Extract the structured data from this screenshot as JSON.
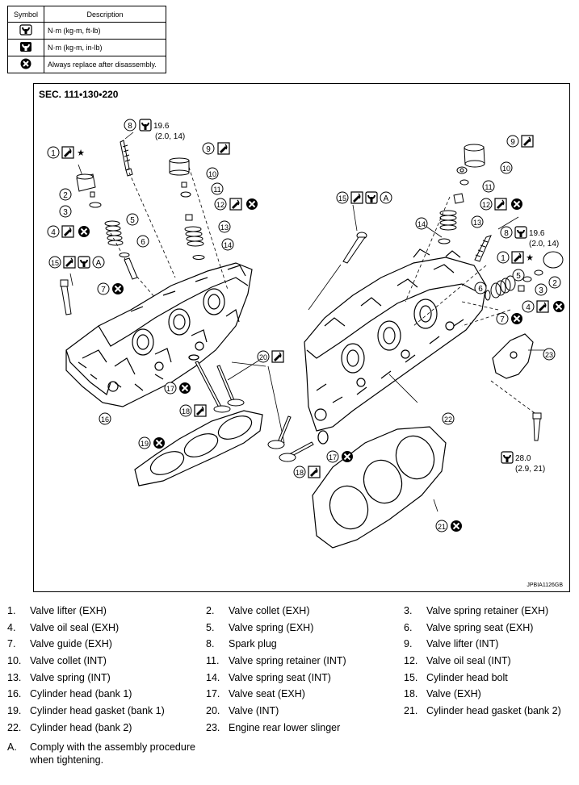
{
  "legend": {
    "header_symbol": "Symbol",
    "header_description": "Description",
    "rows": [
      {
        "icon": "torque-wrench-icon",
        "text": "N·m (kg-m, ft-lb)"
      },
      {
        "icon": "torque-wrench-small-icon",
        "text": "N·m (kg-m, in-lb)"
      },
      {
        "icon": "replace-icon",
        "text": "Always replace after disassembly."
      }
    ]
  },
  "figure": {
    "section": "SEC. 111•130•220",
    "code": "JPBIA1126GB",
    "torque_spark_plug_left": "19.6",
    "torque_spark_plug_left_sub": "(2.0, 14)",
    "torque_spark_plug_right": "19.6",
    "torque_spark_plug_right_sub": "(2.0, 14)",
    "torque_slinger_bolt": "28.0",
    "torque_slinger_bolt_sub": "(2.9, 21)",
    "callout_a": "A",
    "star": "★"
  },
  "parts": [
    {
      "num": "1.",
      "text": "Valve lifter (EXH)"
    },
    {
      "num": "2.",
      "text": "Valve collet (EXH)"
    },
    {
      "num": "3.",
      "text": "Valve spring retainer (EXH)"
    },
    {
      "num": "4.",
      "text": "Valve oil seal (EXH)"
    },
    {
      "num": "5.",
      "text": "Valve spring (EXH)"
    },
    {
      "num": "6.",
      "text": "Valve spring seat (EXH)"
    },
    {
      "num": "7.",
      "text": "Valve guide (EXH)"
    },
    {
      "num": "8.",
      "text": "Spark plug"
    },
    {
      "num": "9.",
      "text": "Valve lifter (INT)"
    },
    {
      "num": "10.",
      "text": "Valve collet (INT)"
    },
    {
      "num": "11.",
      "text": "Valve spring retainer (INT)"
    },
    {
      "num": "12.",
      "text": "Valve oil seal (INT)"
    },
    {
      "num": "13.",
      "text": "Valve spring (INT)"
    },
    {
      "num": "14.",
      "text": "Valve spring seat (INT)"
    },
    {
      "num": "15.",
      "text": "Cylinder head bolt"
    },
    {
      "num": "16.",
      "text": "Cylinder head (bank 1)"
    },
    {
      "num": "17.",
      "text": "Valve seat (EXH)"
    },
    {
      "num": "18.",
      "text": "Valve (EXH)"
    },
    {
      "num": "19.",
      "text": "Cylinder head gasket (bank 1)"
    },
    {
      "num": "20.",
      "text": "Valve (INT)"
    },
    {
      "num": "21.",
      "text": "Cylinder head gasket (bank 2)"
    },
    {
      "num": "22.",
      "text": "Cylinder head (bank 2)"
    },
    {
      "num": "23.",
      "text": "Engine rear lower slinger"
    }
  ],
  "note": {
    "num": "A.",
    "text": "Comply with the assembly procedure when tightening."
  },
  "colors": {
    "ink": "#000000",
    "paper": "#ffffff"
  }
}
